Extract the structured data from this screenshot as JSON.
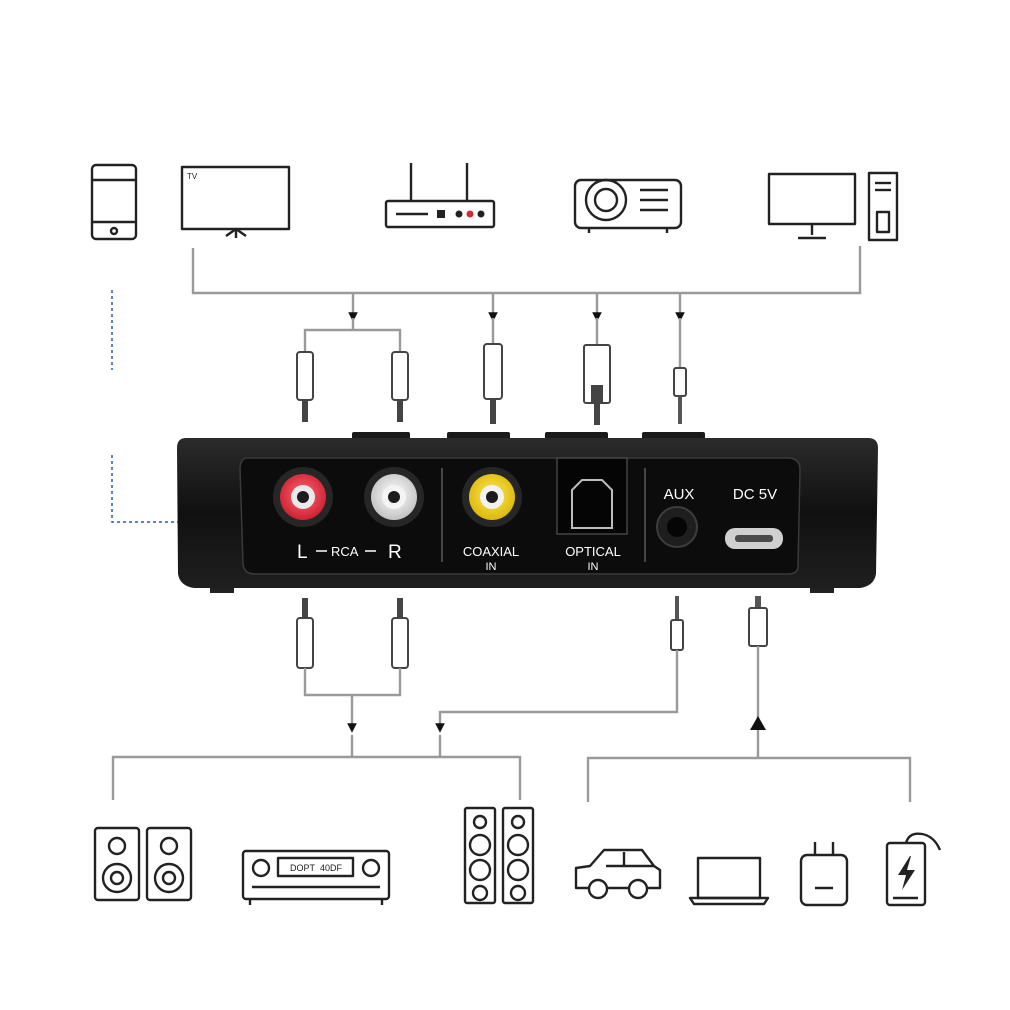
{
  "ports": {
    "rca_l": "L",
    "rca_word": "RCA",
    "rca_r": "R",
    "coaxial": "COAXIAL",
    "coaxial_in": "IN",
    "optical": "OPTICAL",
    "optical_in": "IN",
    "aux": "AUX",
    "dc": "DC 5V"
  },
  "devices": {
    "tv_label": "TV",
    "receiver_display_left": "DOPT",
    "receiver_display_right": "40DF"
  },
  "colors": {
    "device_body": "#141414",
    "rca_left_red": "#e0283a",
    "rca_right_white": "#e8e8e8",
    "coaxial_yellow": "#f4d61f",
    "cable_line": "#9a9a9a",
    "icon_stroke": "#222222"
  }
}
